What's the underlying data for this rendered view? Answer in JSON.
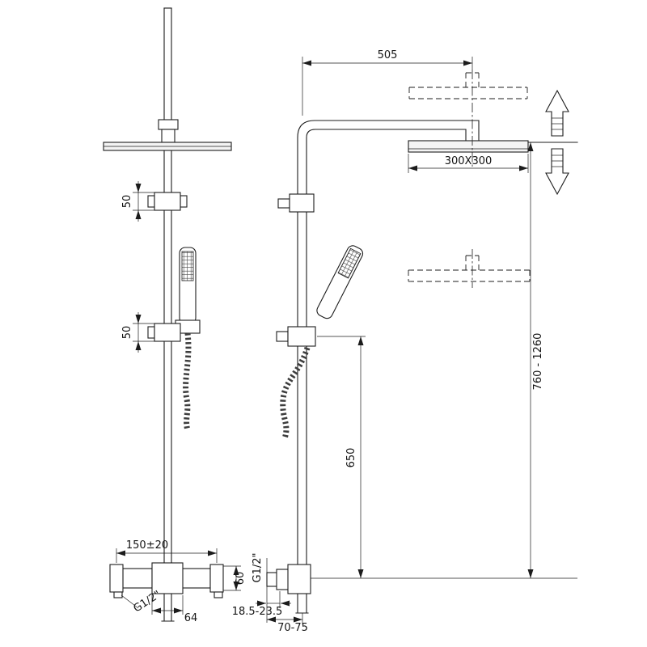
{
  "drawing": {
    "background": "#ffffff",
    "line_color": "#1c1c1c",
    "dims": {
      "arm_length": "505",
      "head_size": "300X300",
      "height_range": "760 - 1260",
      "hand_shower_height": "650",
      "upper_bracket": "50",
      "lower_bracket": "50",
      "inlet_spacing": "150±20",
      "thread_front": "G1/2\"",
      "valve_width": "64",
      "valve_height": "60",
      "thread_side": "G1/2\"",
      "eccentric_range": "18.5-23.5",
      "wall_offset": "70-75"
    }
  }
}
